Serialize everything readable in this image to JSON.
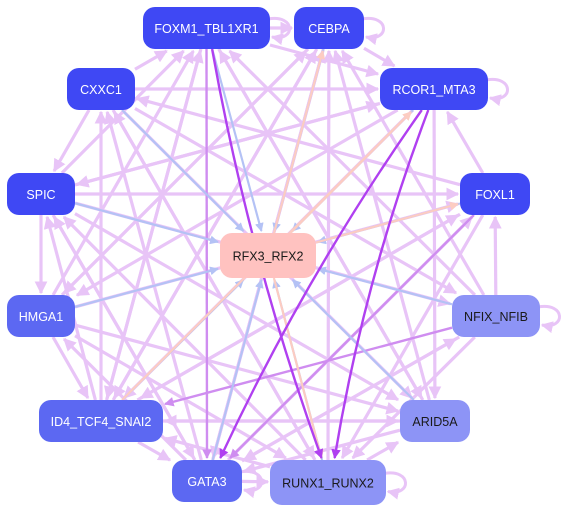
{
  "colors": {
    "node_dark": "#3f48f4",
    "node_mid": "#5c68f2",
    "node_light": "#8d94f6",
    "node_center": "#ffc2c0",
    "label_light": "#ffffff",
    "label_dark": "#1a1a1a",
    "edge_light": "#e8c4f7",
    "edge_mid": "#cf8df0",
    "edge_strong": "#b040f0",
    "edge_blue": "#b4c2f5",
    "edge_peach": "#fcccc2"
  },
  "nodes": [
    {
      "id": "foxm1",
      "label": "FOXM1_TBL1XR1",
      "tone": "dark"
    },
    {
      "id": "cebpa",
      "label": "CEBPA",
      "tone": "dark"
    },
    {
      "id": "cxxc1",
      "label": "CXXC1",
      "tone": "dark"
    },
    {
      "id": "rcor1",
      "label": "RCOR1_MTA3",
      "tone": "dark"
    },
    {
      "id": "spic",
      "label": "SPIC",
      "tone": "dark"
    },
    {
      "id": "foxl1",
      "label": "FOXL1",
      "tone": "dark"
    },
    {
      "id": "rfx3",
      "label": "RFX3_RFX2",
      "tone": "center"
    },
    {
      "id": "hmga1",
      "label": "HMGA1",
      "tone": "mid"
    },
    {
      "id": "nfix",
      "label": "NFIX_NFIB",
      "tone": "light"
    },
    {
      "id": "id4",
      "label": "ID4_TCF4_SNAI2",
      "tone": "mid"
    },
    {
      "id": "arid5a",
      "label": "ARID5A",
      "tone": "light"
    },
    {
      "id": "gata3",
      "label": "GATA3",
      "tone": "mid"
    },
    {
      "id": "runx1",
      "label": "RUNX1_RUNX2",
      "tone": "light"
    }
  ],
  "edges": [
    {
      "from": "cxxc1",
      "to": "rfx3",
      "style": "blue"
    },
    {
      "from": "spic",
      "to": "rfx3",
      "style": "blue"
    },
    {
      "from": "hmga1",
      "to": "rfx3",
      "style": "blue"
    },
    {
      "from": "foxm1",
      "to": "rfx3",
      "style": "blue"
    },
    {
      "from": "cebpa",
      "to": "rfx3",
      "style": "blue"
    },
    {
      "from": "rcor1",
      "to": "rfx3",
      "style": "blue"
    },
    {
      "from": "foxl1",
      "to": "rfx3",
      "style": "blue"
    },
    {
      "from": "nfix",
      "to": "rfx3",
      "style": "blue"
    },
    {
      "from": "id4",
      "to": "rfx3",
      "style": "blue"
    },
    {
      "from": "gata3",
      "to": "rfx3",
      "style": "blue"
    },
    {
      "from": "runx1",
      "to": "rfx3",
      "style": "blue"
    },
    {
      "from": "arid5a",
      "to": "rfx3",
      "style": "blue"
    },
    {
      "from": "rfx3",
      "to": "cebpa",
      "style": "peach"
    },
    {
      "from": "rfx3",
      "to": "rcor1",
      "style": "peach"
    },
    {
      "from": "rfx3",
      "to": "foxl1",
      "style": "peach"
    },
    {
      "from": "rfx3",
      "to": "runx1",
      "style": "peach"
    },
    {
      "from": "id4",
      "to": "rcor1",
      "style": "peach"
    },
    {
      "from": "foxm1",
      "to": "runx1",
      "style": "strong"
    },
    {
      "from": "rcor1",
      "to": "runx1",
      "style": "strong"
    },
    {
      "from": "rcor1",
      "to": "gata3",
      "style": "strong"
    },
    {
      "from": "foxl1",
      "to": "gata3",
      "style": "mid"
    },
    {
      "from": "nfix",
      "to": "id4",
      "style": "mid"
    },
    {
      "from": "foxm1",
      "to": "gata3",
      "style": "mid"
    },
    {
      "from": "foxm1",
      "to": "cebpa",
      "style": "light"
    },
    {
      "from": "cebpa",
      "to": "rcor1",
      "style": "light"
    },
    {
      "from": "foxm1",
      "to": "rcor1",
      "style": "light"
    },
    {
      "from": "cxxc1",
      "to": "foxm1",
      "style": "light"
    },
    {
      "from": "cxxc1",
      "to": "rcor1",
      "style": "light"
    },
    {
      "from": "cxxc1",
      "to": "spic",
      "style": "light"
    },
    {
      "from": "cxxc1",
      "to": "nfix",
      "style": "light"
    },
    {
      "from": "cxxc1",
      "to": "runx1",
      "style": "light"
    },
    {
      "from": "cxxc1",
      "to": "arid5a",
      "style": "light"
    },
    {
      "from": "spic",
      "to": "foxm1",
      "style": "light"
    },
    {
      "from": "spic",
      "to": "foxl1",
      "style": "light"
    },
    {
      "from": "spic",
      "to": "nfix",
      "style": "light"
    },
    {
      "from": "spic",
      "to": "arid5a",
      "style": "light"
    },
    {
      "from": "spic",
      "to": "hmga1",
      "style": "light"
    },
    {
      "from": "spic",
      "to": "gata3",
      "style": "light"
    },
    {
      "from": "spic",
      "to": "rcor1",
      "style": "light"
    },
    {
      "from": "hmga1",
      "to": "foxm1",
      "style": "light"
    },
    {
      "from": "hmga1",
      "to": "cebpa",
      "style": "light"
    },
    {
      "from": "hmga1",
      "to": "foxl1",
      "style": "light"
    },
    {
      "from": "hmga1",
      "to": "id4",
      "style": "light"
    },
    {
      "from": "hmga1",
      "to": "runx1",
      "style": "light"
    },
    {
      "from": "hmga1",
      "to": "arid5a",
      "style": "light"
    },
    {
      "from": "id4",
      "to": "foxm1",
      "style": "light"
    },
    {
      "from": "id4",
      "to": "cebpa",
      "style": "light"
    },
    {
      "from": "id4",
      "to": "cxxc1",
      "style": "light"
    },
    {
      "from": "id4",
      "to": "spic",
      "style": "light"
    },
    {
      "from": "id4",
      "to": "foxl1",
      "style": "light"
    },
    {
      "from": "id4",
      "to": "arid5a",
      "style": "light"
    },
    {
      "from": "id4",
      "to": "gata3",
      "style": "light"
    },
    {
      "from": "gata3",
      "to": "cxxc1",
      "style": "light"
    },
    {
      "from": "gata3",
      "to": "spic",
      "style": "light"
    },
    {
      "from": "gata3",
      "to": "hmga1",
      "style": "light"
    },
    {
      "from": "gata3",
      "to": "foxl1",
      "style": "light"
    },
    {
      "from": "gata3",
      "to": "nfix",
      "style": "light"
    },
    {
      "from": "gata3",
      "to": "runx1",
      "style": "light"
    },
    {
      "from": "gata3",
      "to": "cebpa",
      "style": "light"
    },
    {
      "from": "runx1",
      "to": "cxxc1",
      "style": "light"
    },
    {
      "from": "runx1",
      "to": "spic",
      "style": "light"
    },
    {
      "from": "runx1",
      "to": "id4",
      "style": "light"
    },
    {
      "from": "runx1",
      "to": "arid5a",
      "style": "light"
    },
    {
      "from": "runx1",
      "to": "cebpa",
      "style": "light"
    },
    {
      "from": "arid5a",
      "to": "foxm1",
      "style": "light"
    },
    {
      "from": "arid5a",
      "to": "cebpa",
      "style": "light"
    },
    {
      "from": "arid5a",
      "to": "gata3",
      "style": "light"
    },
    {
      "from": "arid5a",
      "to": "id4",
      "style": "light"
    },
    {
      "from": "nfix",
      "to": "foxl1",
      "style": "light"
    },
    {
      "from": "nfix",
      "to": "foxm1",
      "style": "light"
    },
    {
      "from": "nfix",
      "to": "cebpa",
      "style": "light"
    },
    {
      "from": "nfix",
      "to": "gata3",
      "style": "light"
    },
    {
      "from": "nfix",
      "to": "runx1",
      "style": "light"
    },
    {
      "from": "foxl1",
      "to": "cxxc1",
      "style": "light"
    },
    {
      "from": "foxl1",
      "to": "rcor1",
      "style": "light"
    },
    {
      "from": "foxl1",
      "to": "id4",
      "style": "light"
    },
    {
      "from": "foxl1",
      "to": "runx1",
      "style": "light"
    },
    {
      "from": "rcor1",
      "to": "spic",
      "style": "light"
    },
    {
      "from": "rcor1",
      "to": "hmga1",
      "style": "light"
    },
    {
      "from": "rcor1",
      "to": "id4",
      "style": "light"
    },
    {
      "from": "rcor1",
      "to": "arid5a",
      "style": "light"
    },
    {
      "from": "cebpa",
      "to": "id4",
      "style": "light"
    },
    {
      "from": "cebpa",
      "to": "gata3",
      "style": "light"
    },
    {
      "from": "cebpa",
      "to": "hmga1",
      "style": "light"
    },
    {
      "from": "foxm1",
      "to": "id4",
      "style": "light"
    },
    {
      "from": "foxm1",
      "to": "arid5a",
      "style": "light"
    }
  ],
  "self_loops": [
    "foxm1",
    "cebpa",
    "rcor1",
    "nfix",
    "runx1",
    "gata3"
  ]
}
